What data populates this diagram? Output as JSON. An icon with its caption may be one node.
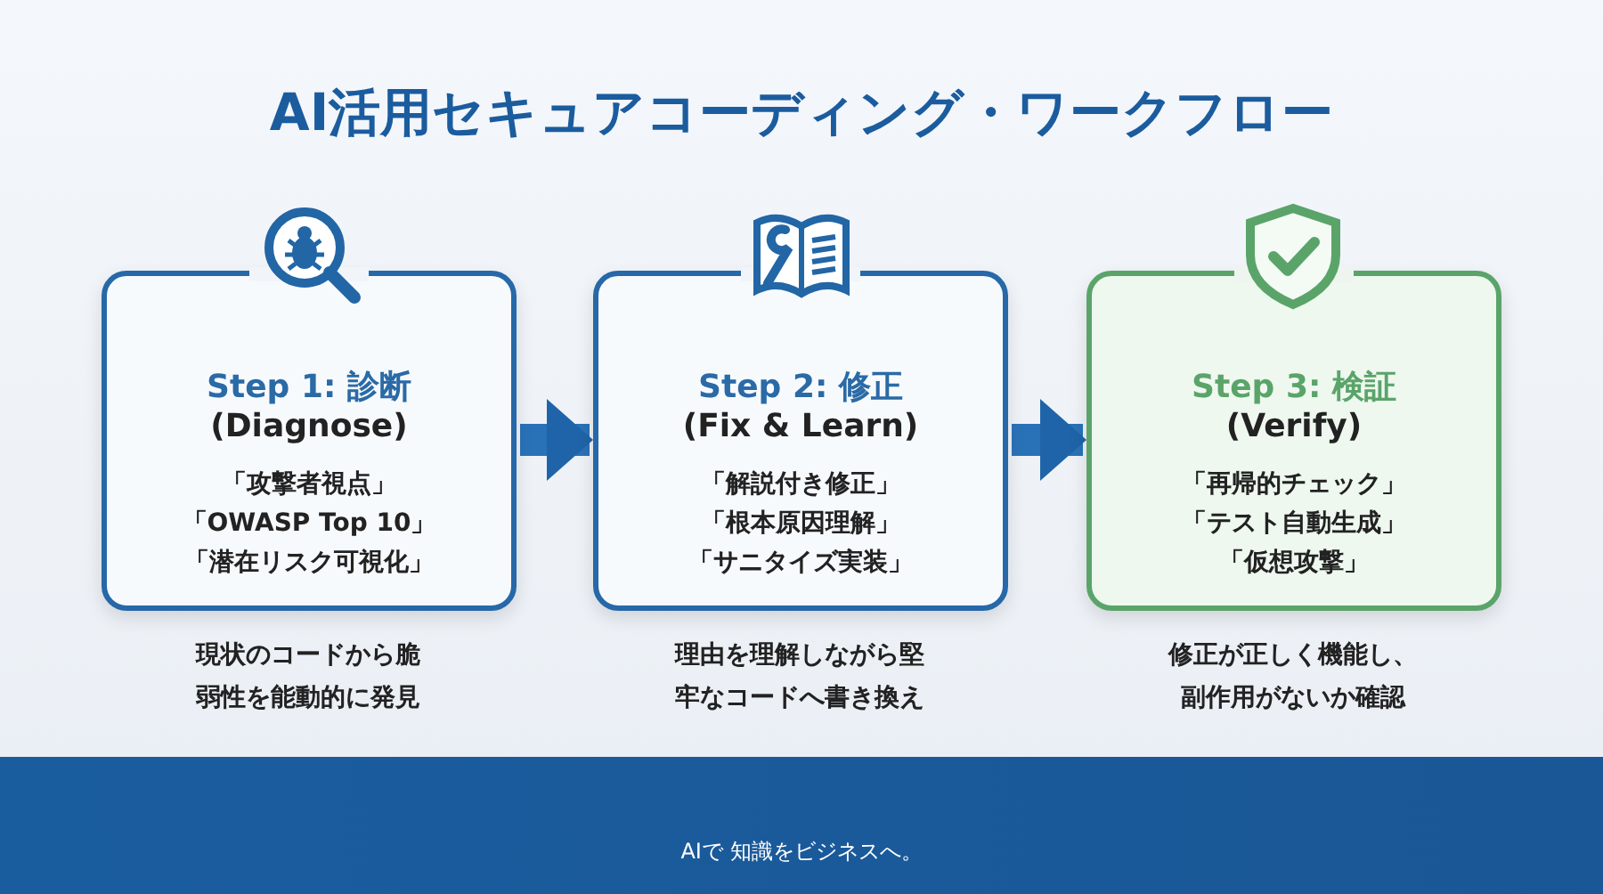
{
  "diagram": {
    "title": "AI活用セキュアコーディング・ワークフロー",
    "nodes": [
      {
        "text": [
          "Step 1: 診断",
          "(Diagnose)",
          "「攻撃者視点」",
          "「OWASP Top 10」",
          "「潜在リスク可視化」"
        ],
        "beside": [
          "現状のコードから脆弱性を能動的に発見"
        ]
      },
      {
        "text": [
          "Step 2: 修正",
          "(Fix & Learn)",
          "「解説付き修正」",
          "「根本原因理解」",
          "「サニタイズ実装」"
        ],
        "beside": [
          "理由を理解しながら堅牢なコードへ書き換え"
        ]
      },
      {
        "text": [
          "Step 3: 検証",
          "(Verify)",
          "「再帰的チェック」",
          "「テスト自動生成」",
          "「仮想攻撃」"
        ],
        "beside": [
          "修正が正しく機能し、副作用がないか確認"
        ]
      }
    ],
    "edges": [
      {
        "from": 0,
        "to": 1,
        "arrow": "to"
      },
      {
        "from": 1,
        "to": 2,
        "arrow": "to"
      }
    ],
    "labels": [
      "AIで 知識をビジネスへ。"
    ]
  }
}
